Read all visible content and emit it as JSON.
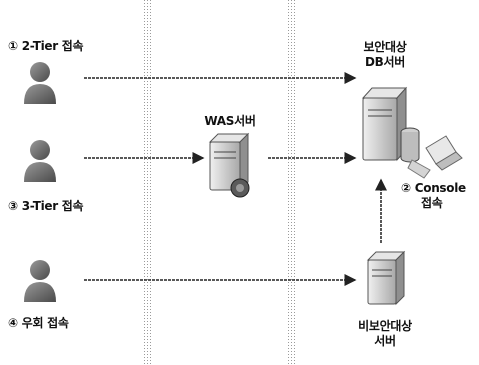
{
  "access_paths": [
    {
      "label": "① 2-Tier 접속"
    },
    {
      "label": "③ 3-Tier 접속"
    },
    {
      "label": "④ 우회 접속"
    }
  ],
  "was_server": {
    "label": "WAS서버"
  },
  "target_db_server": {
    "label_line1": "보안대상",
    "label_line2": "DB서버"
  },
  "console_access": {
    "label_line1": "② Console",
    "label_line2": "접속"
  },
  "non_target_server": {
    "label_line1": "비보안대상",
    "label_line2": "서버"
  },
  "colors": {
    "line": "#222222",
    "divider": "#bdbdbd",
    "person": "#6b6b6b",
    "server": "#d9d9d9"
  }
}
